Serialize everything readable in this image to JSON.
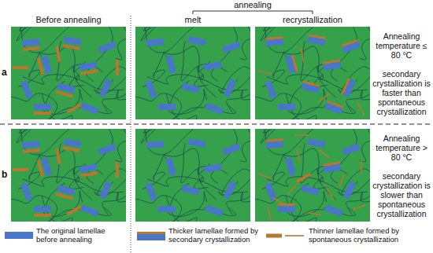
{
  "diagram": {
    "labels": [
      "annealing",
      "Before annealing",
      "melt",
      "recrystallization",
      "a",
      "Annealing temperature ≤ 80 °C",
      "secondary crystallization is faster than spontaneous crystallization",
      "b",
      "Annealing temperature > 80 °C",
      "secondary crystallization is slower than spontaneous crystallization"
    ],
    "legend": [
      {
        "text": "The original lamellae before annealing",
        "color": "#4a76c9"
      },
      {
        "text": "Thicker lamellae formed by secondary crystallization"
      },
      {
        "text": "Thinner lamellae formed by spontaneous crystallization"
      }
    ]
  }
}
